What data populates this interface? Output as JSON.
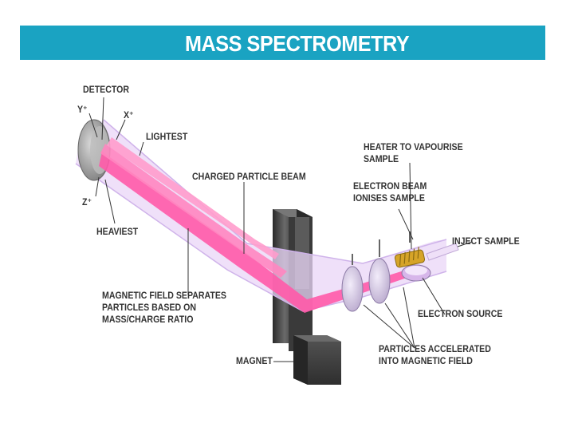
{
  "title": "MASS SPECTROMETRY",
  "colors": {
    "title_bar": "#1aa3c2",
    "beam": "#ff5aa8",
    "tube": "#e9d6f7",
    "magnet": "#444444",
    "label_text": "#333333"
  },
  "labels": {
    "detector": "DETECTOR",
    "y_plus": "Y⁺",
    "x_plus": "X⁺",
    "z_plus": "Z⁺",
    "lightest": "LIGHTEST",
    "heaviest": "HEAVIEST",
    "charged_particle_beam": "CHARGED PARTICLE BEAM",
    "heater": "HEATER TO VAPOURISE\nSAMPLE",
    "electron_beam": "ELECTRON BEAM\nIONISES SAMPLE",
    "inject_sample": "INJECT SAMPLE",
    "electron_source": "ELECTRON SOURCE",
    "magnetic_field": "MAGNETIC FIELD SEPARATES\nPARTICLES BASED ON\nMASS/CHARGE RATIO",
    "magnet": "MAGNET",
    "particles_accelerated": "PARTICLES ACCELERATED\nINTO MAGNETIC FIELD"
  }
}
